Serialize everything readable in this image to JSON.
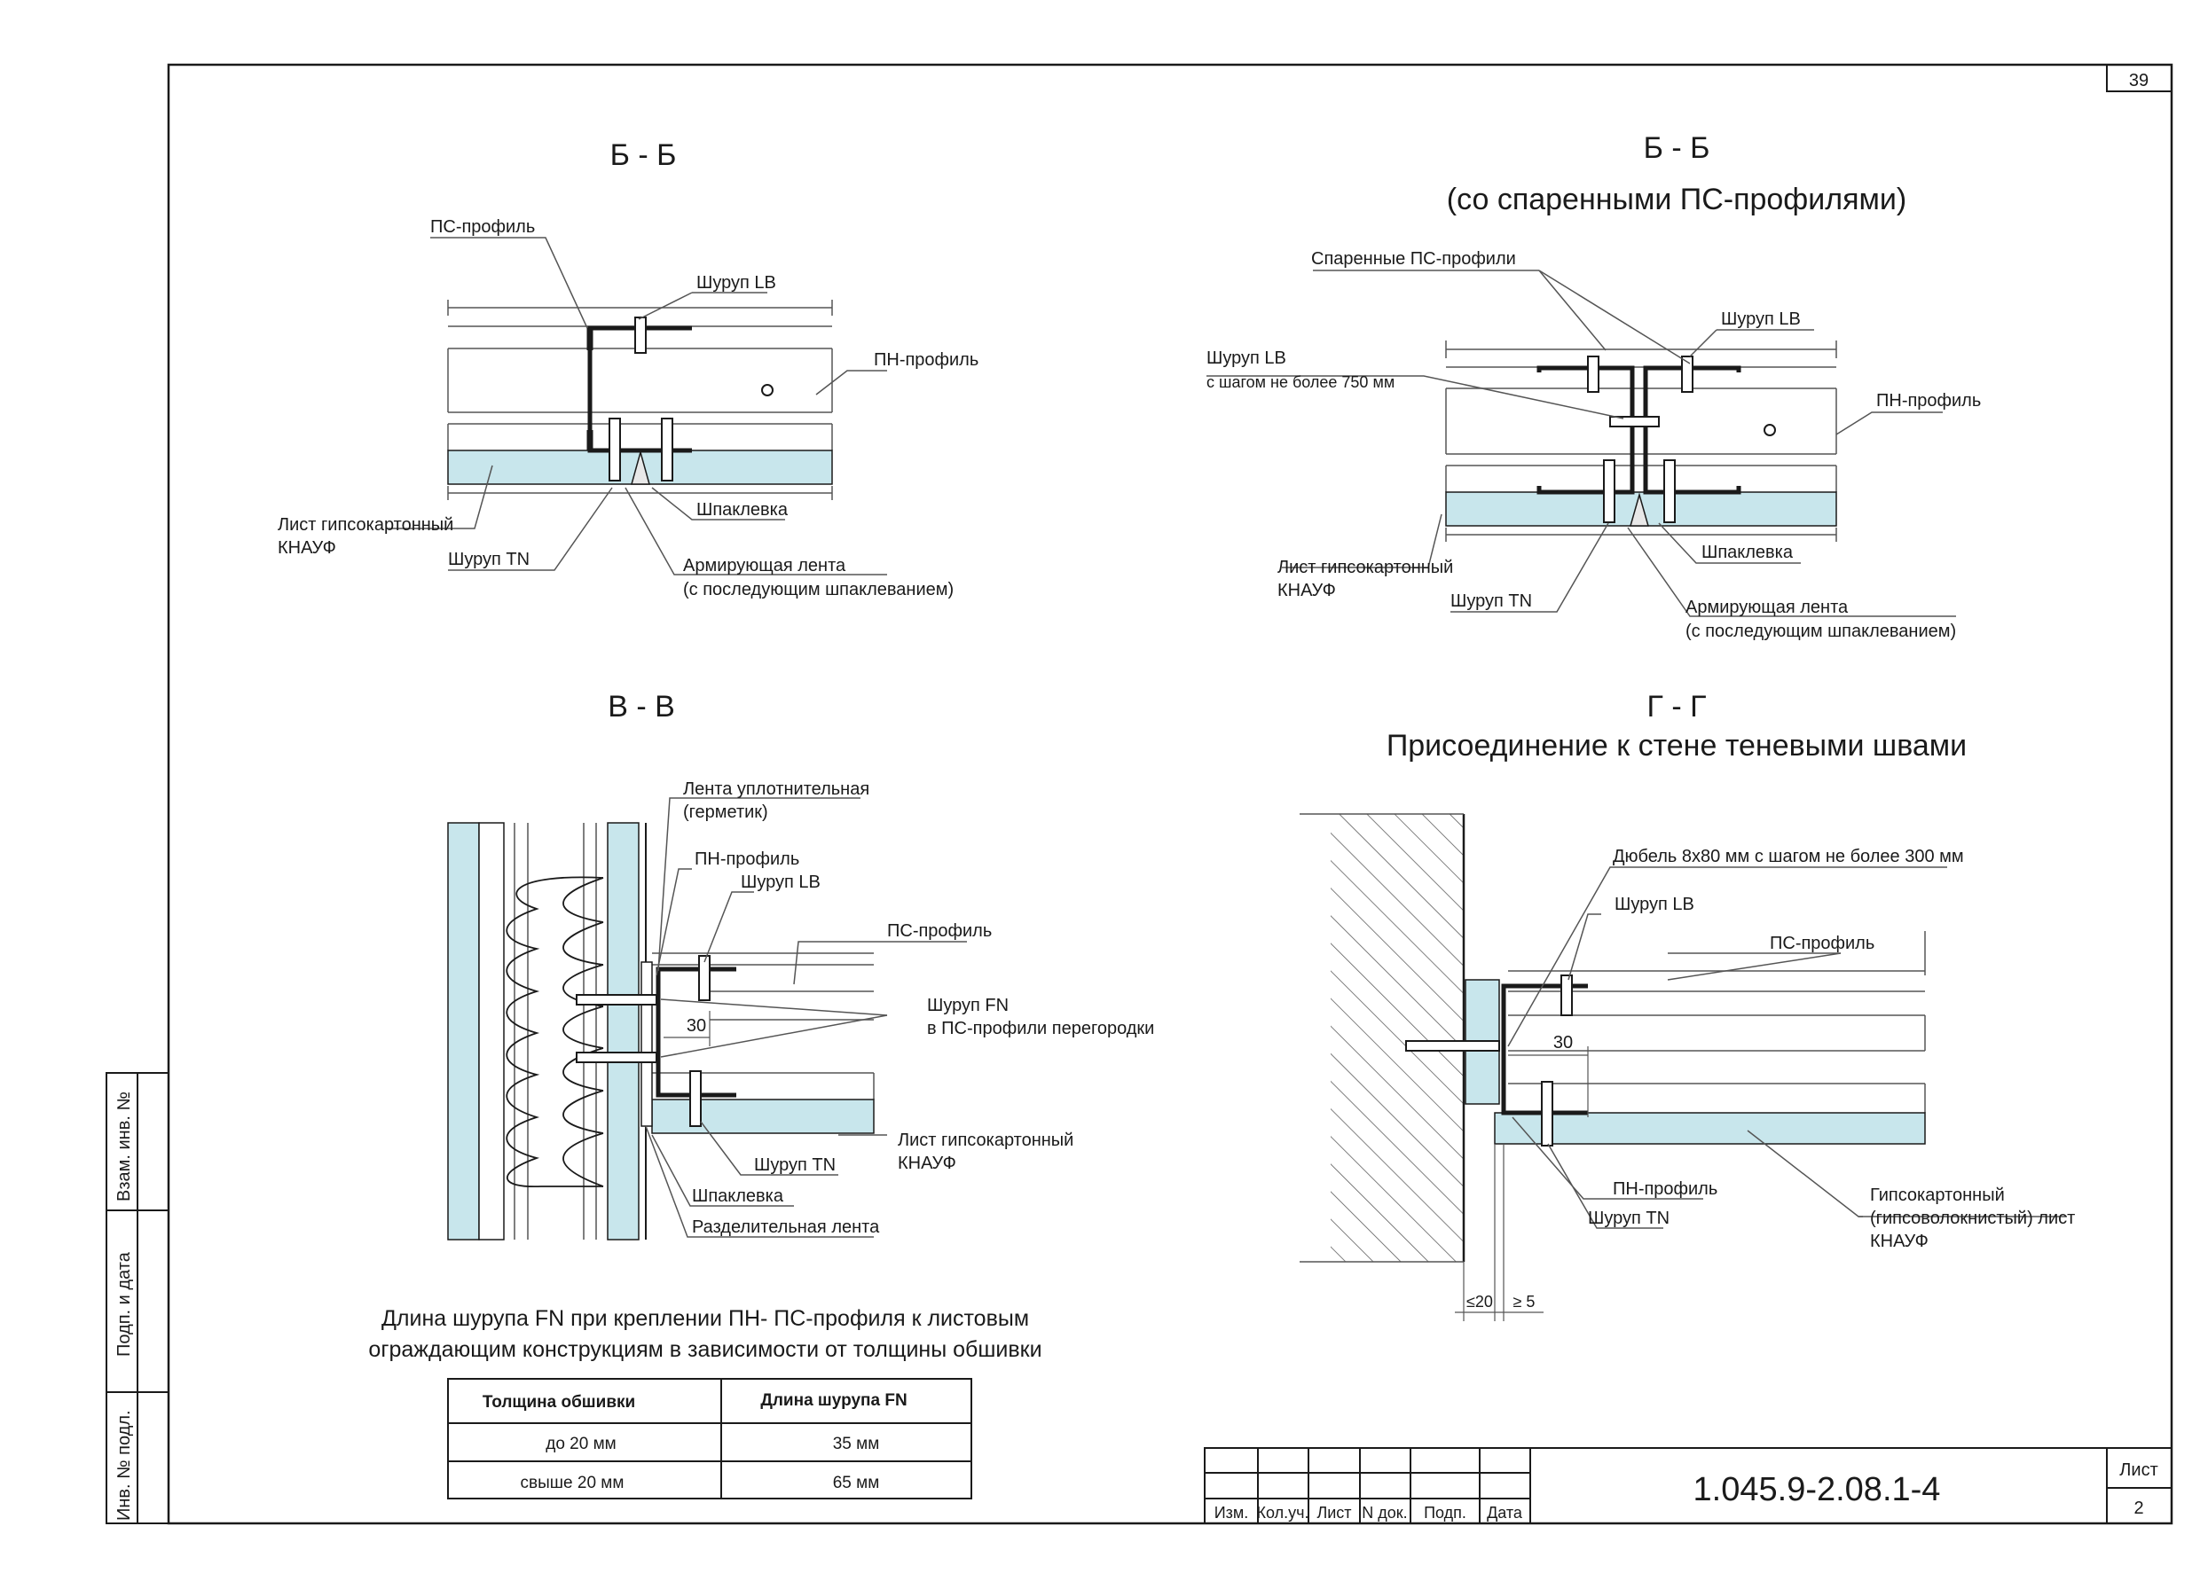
{
  "page_number": "39",
  "bb": {
    "title": "Б - Б",
    "ps": "ПС-профиль",
    "screw_lb": "Шуруп LB",
    "pn": "ПН-профиль",
    "sheet_1": "Лист гипсокартонный",
    "sheet_2": "КНАУФ",
    "putty": "Шпаклевка",
    "screw_tn": "Шуруп TN",
    "tape_1": "Армирующая лента",
    "tape_2": "(с последующим шпаклеванием)"
  },
  "bb2": {
    "title": "Б - Б",
    "subtitle": "(со спаренными ПС-профилями)",
    "paired": "Спаренные ПС-профили",
    "screw_lb": "Шуруп LB",
    "screw_lb_step_1": "Шуруп LB",
    "screw_lb_step_2": "с шагом не более 750 мм",
    "pn": "ПН-профиль",
    "sheet_1": "Лист гипсокартонный",
    "sheet_2": "КНАУФ",
    "putty": "Шпаклевка",
    "screw_tn": "Шуруп TN",
    "tape_1": "Армирующая лента",
    "tape_2": "(с последующим шпаклеванием)"
  },
  "vv": {
    "title": "В - В",
    "seal_1": "Лента уплотнительная",
    "seal_2": "(герметик)",
    "pn": "ПН-профиль",
    "screw_lb": "Шуруп LB",
    "ps": "ПС-профиль",
    "screw_fn_1": "Шуруп FN",
    "screw_fn_2": "в ПС-профили перегородки",
    "dim": "30",
    "sheet_1": "Лист гипсокартонный",
    "sheet_2": "КНАУФ",
    "screw_tn": "Шуруп TN",
    "putty": "Шпаклевка",
    "sep_tape": "Разделительная лента"
  },
  "gg": {
    "title": "Г - Г",
    "subtitle": "Присоединение к стене теневыми швами",
    "dowel": "Дюбель 8х80 мм с шагом не более 300 мм",
    "screw_lb": "Шуруп LB",
    "ps": "ПС-профиль",
    "dim": "30",
    "pn": "ПН-профиль",
    "screw_tn": "Шуруп TN",
    "gk_1": "Гипсокартонный",
    "gk_2": "(гипсоволокнистый) лист",
    "gk_3": "КНАУФ",
    "dim_a": "≤20",
    "dim_b": "≥ 5"
  },
  "table": {
    "caption_1": "Длина шурупа FN при креплении ПН- ПС-профиля к листовым",
    "caption_2": "ограждающим конструкциям в зависимости от толщины обшивки",
    "headers": [
      "Толщина обшивки",
      "Длина шурупа FN"
    ],
    "rows": [
      [
        "до 20 мм",
        "35 мм"
      ],
      [
        "свыше 20 мм",
        "65 мм"
      ]
    ]
  },
  "side": {
    "f1": "Взам. инв. №",
    "f2": "Подп. и дата",
    "f3": "Инв. № подл."
  },
  "stamp": {
    "cols": [
      "Изм.",
      "Кол.уч.",
      "Лист",
      "N док.",
      "Подп.",
      "Дата"
    ],
    "code": "1.045.9-2.08.1-4",
    "sheet_label": "Лист",
    "sheet_no": "2"
  },
  "colors": {
    "board": "#c8e6ec",
    "line": "#1a1a1a",
    "thin": "#555555"
  }
}
